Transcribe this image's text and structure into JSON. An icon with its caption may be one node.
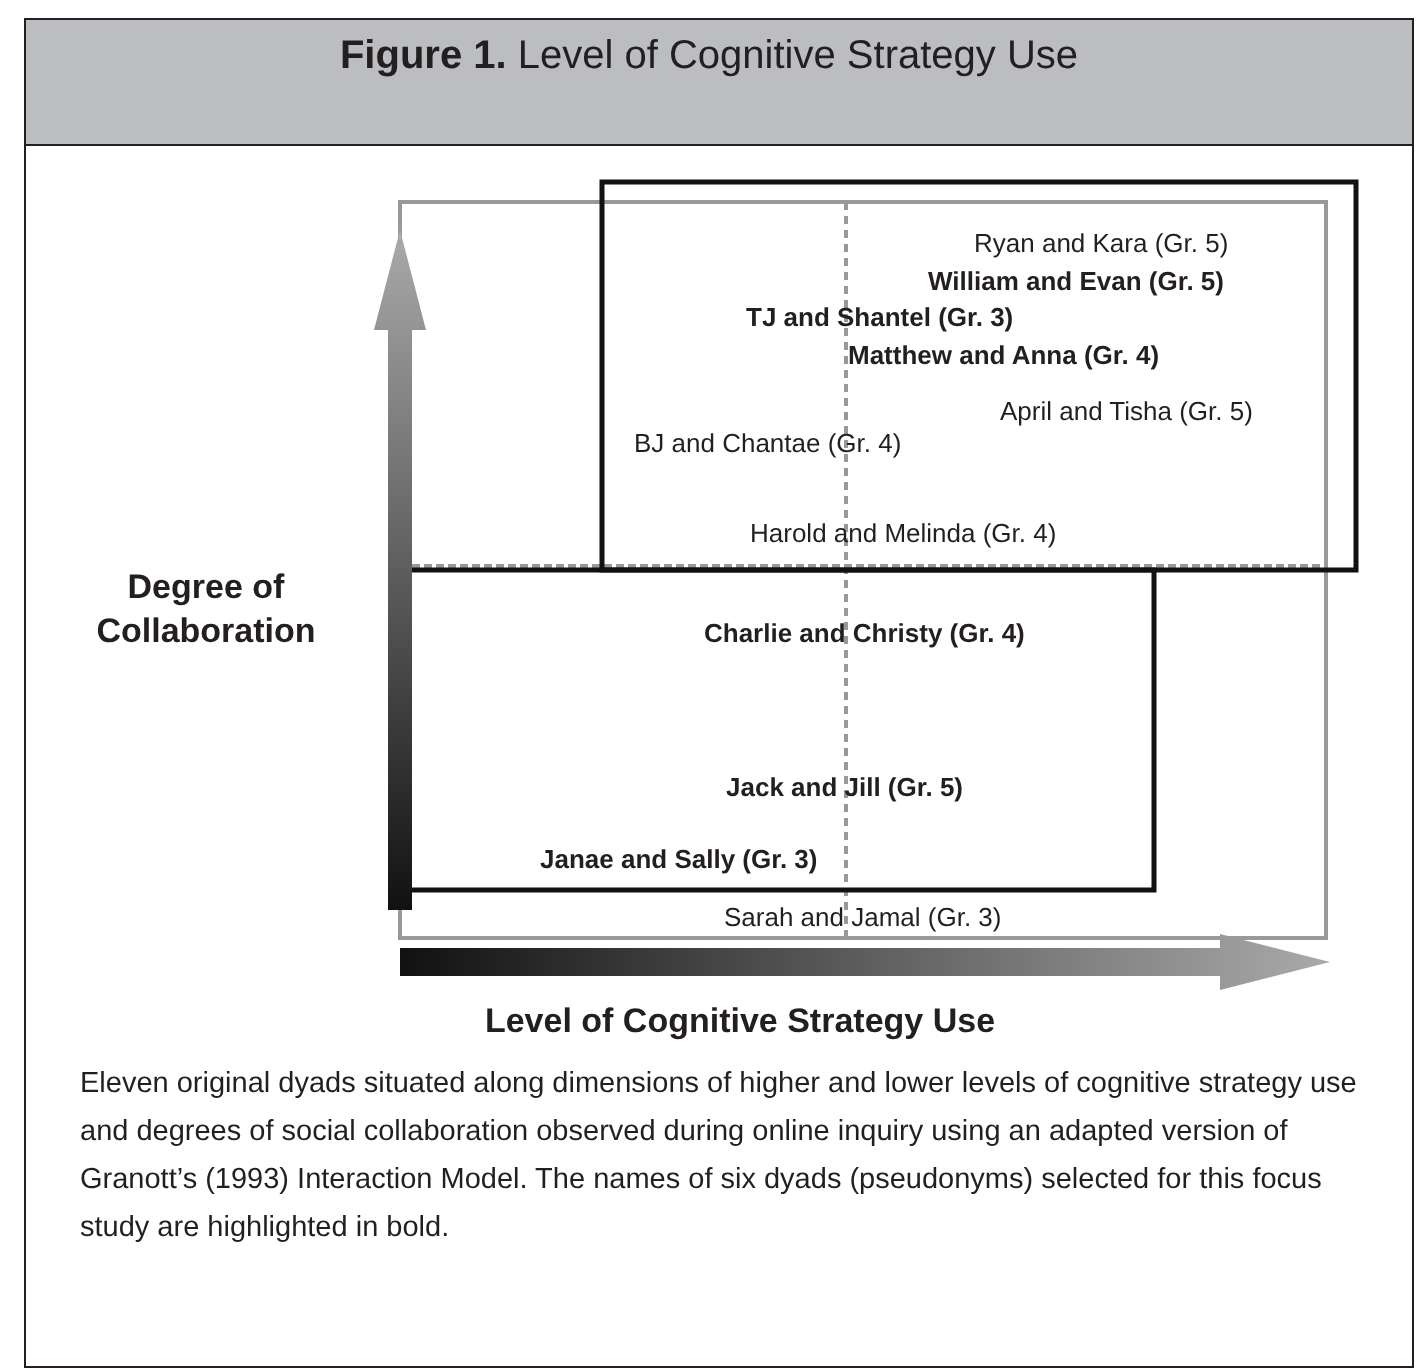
{
  "diagram": {
    "title": "**Figure 1.** Level of Cognitive Strategy Use",
    "caption": "Eleven original dyads situated along dimensions of higher and lower levels of cognitive strategy use and degrees of social collaboration observed during online inquiry using an adapted version of Granott’s (1993) Interaction Model. The names of six dyads (pseudonyms) selected for this focus study are highlighted in bold.",
    "labels": [
      "Ryan and Kara (Gr. 5)",
      "William and Evan (Gr. 5)",
      "TJ and Shantel (Gr. 3)",
      "Matthew and Anna (Gr. 4)",
      "April and Tisha (Gr. 5)",
      "BJ and Chantae (Gr. 4)",
      "Harold and Melinda (Gr. 4)",
      "Degree of Collaboration",
      "Charlie and Christy (Gr. 4)",
      "Jack and Jill (Gr. 5)",
      "Janae and Sally (Gr. 3)",
      "Sarah and Jamal (Gr. 3)",
      "Level of Cognitive Strategy Use"
    ]
  }
}
